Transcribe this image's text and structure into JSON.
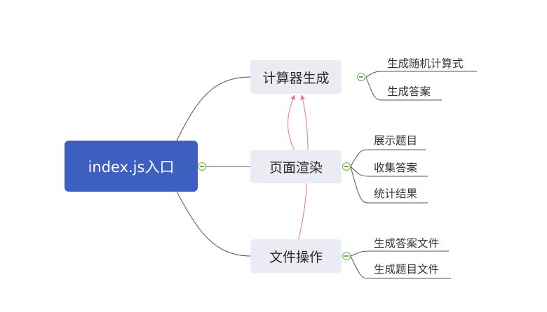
{
  "mindmap": {
    "root": {
      "label": "index.js入口"
    },
    "branches": [
      {
        "label": "计算器生成",
        "leaves": [
          "生成随机计算式",
          "生成答案"
        ]
      },
      {
        "label": "页面渲染",
        "leaves": [
          "展示题目",
          "收集答案",
          "统计结果"
        ]
      },
      {
        "label": "文件操作",
        "leaves": [
          "生成答案文件",
          "生成题目文件"
        ]
      }
    ]
  },
  "colors": {
    "root_fill": "#3c5fc0",
    "branch_fill": "#ebebf3",
    "connector": "#555555",
    "relation_arrow": "#e07a84",
    "toggle": "#6cb548"
  }
}
